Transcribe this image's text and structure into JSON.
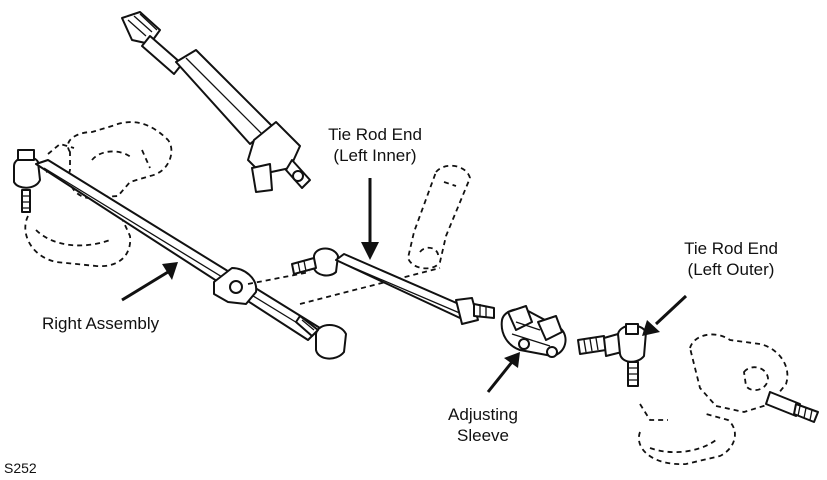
{
  "labels": {
    "tie_rod_end_left_inner": [
      "Tie Rod End",
      "(Left Inner)"
    ],
    "tie_rod_end_left_outer": [
      "Tie Rod End",
      "(Left Outer)"
    ],
    "right_assembly": "Right Assembly",
    "adjusting_sleeve": [
      "Adjusting",
      "Sleeve"
    ]
  },
  "figure_code": "S252"
}
